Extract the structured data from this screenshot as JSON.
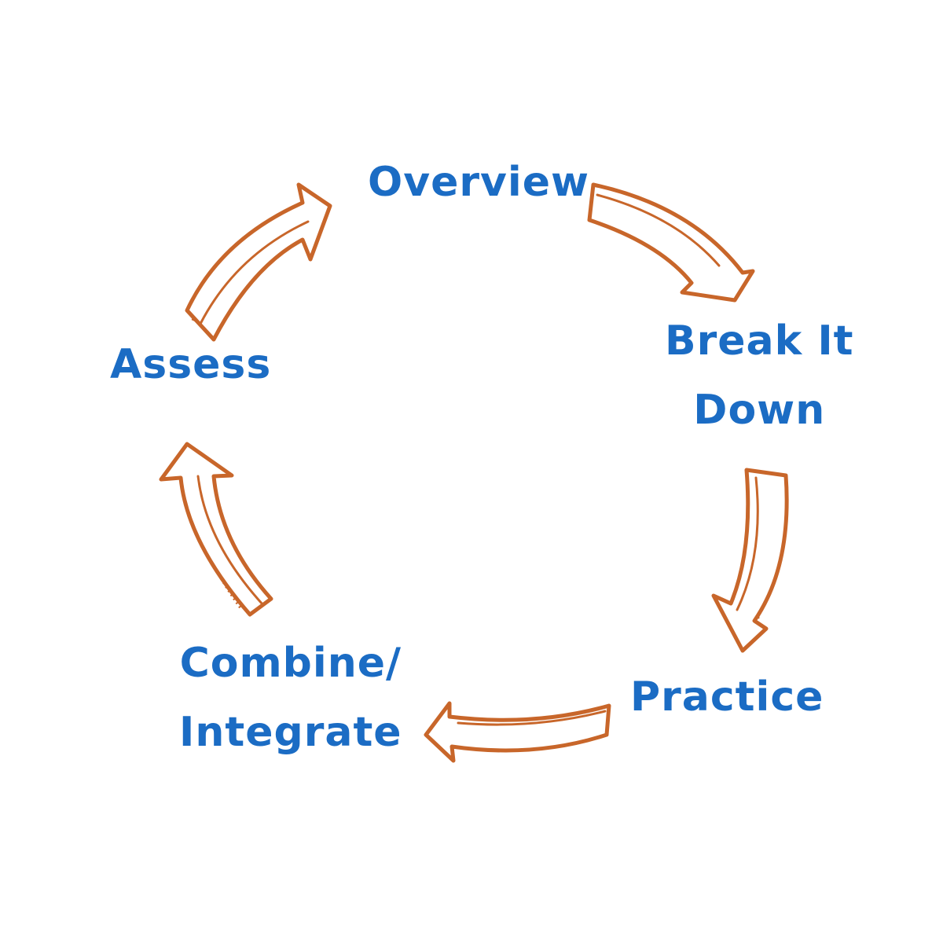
{
  "cycle": {
    "steps": [
      {
        "id": "overview",
        "lines": [
          "Overview"
        ]
      },
      {
        "id": "break-it-down",
        "lines": [
          "Break It",
          "Down"
        ]
      },
      {
        "id": "practice",
        "lines": [
          "Practice"
        ]
      },
      {
        "id": "combine-integrate",
        "lines": [
          "Combine/",
          "Integrate"
        ]
      },
      {
        "id": "assess",
        "lines": [
          "Assess"
        ]
      }
    ],
    "direction": "clockwise"
  },
  "colors": {
    "label": "#1b6cc4",
    "arrow_outline": "#c8662a",
    "arrow_fill": "#ffffff"
  },
  "icons": {
    "connector": "sketched-curved-arrow-icon"
  }
}
